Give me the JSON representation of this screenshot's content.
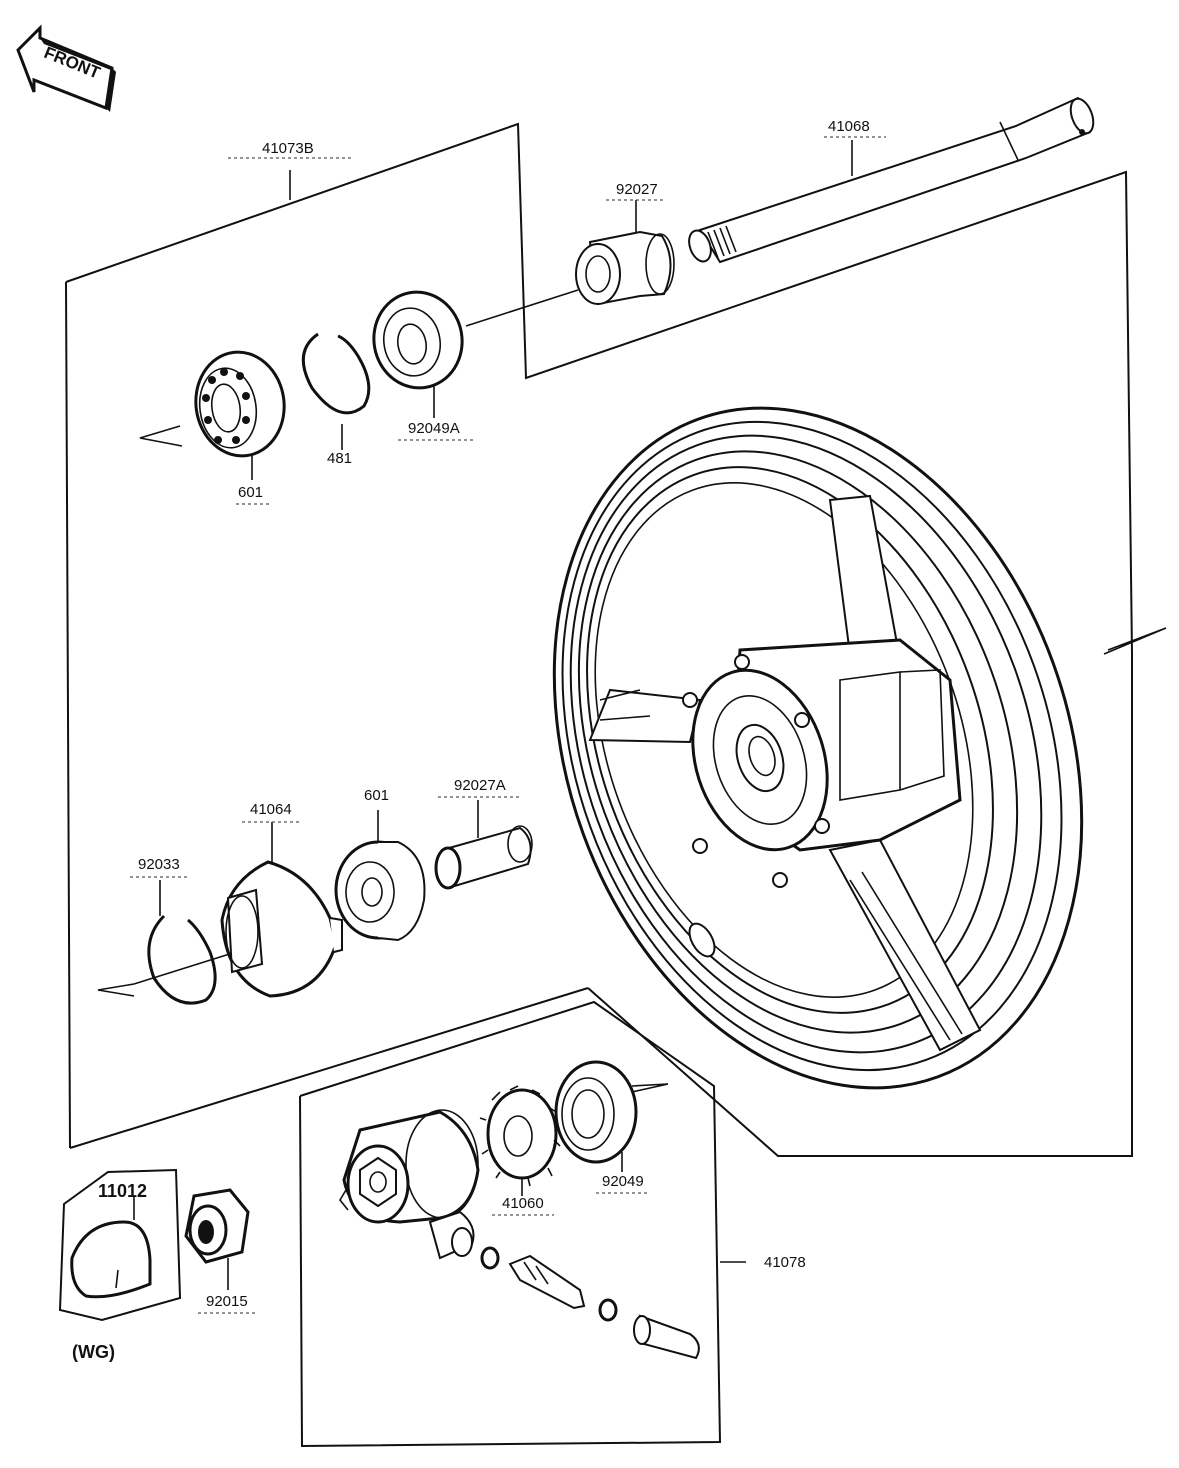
{
  "front_marker": "FRONT",
  "labels": {
    "p41073B": "41073B",
    "p41068": "41068",
    "p92027": "92027",
    "p92049A": "92049A",
    "p481": "481",
    "p601_top": "601",
    "p41064": "41064",
    "p601_mid": "601",
    "p92027A": "92027A",
    "p92033": "92033",
    "p41060": "41060",
    "p92049": "92049",
    "p41078": "41078",
    "p11012": "11012",
    "p92015": "92015",
    "wg": "(WG)"
  }
}
